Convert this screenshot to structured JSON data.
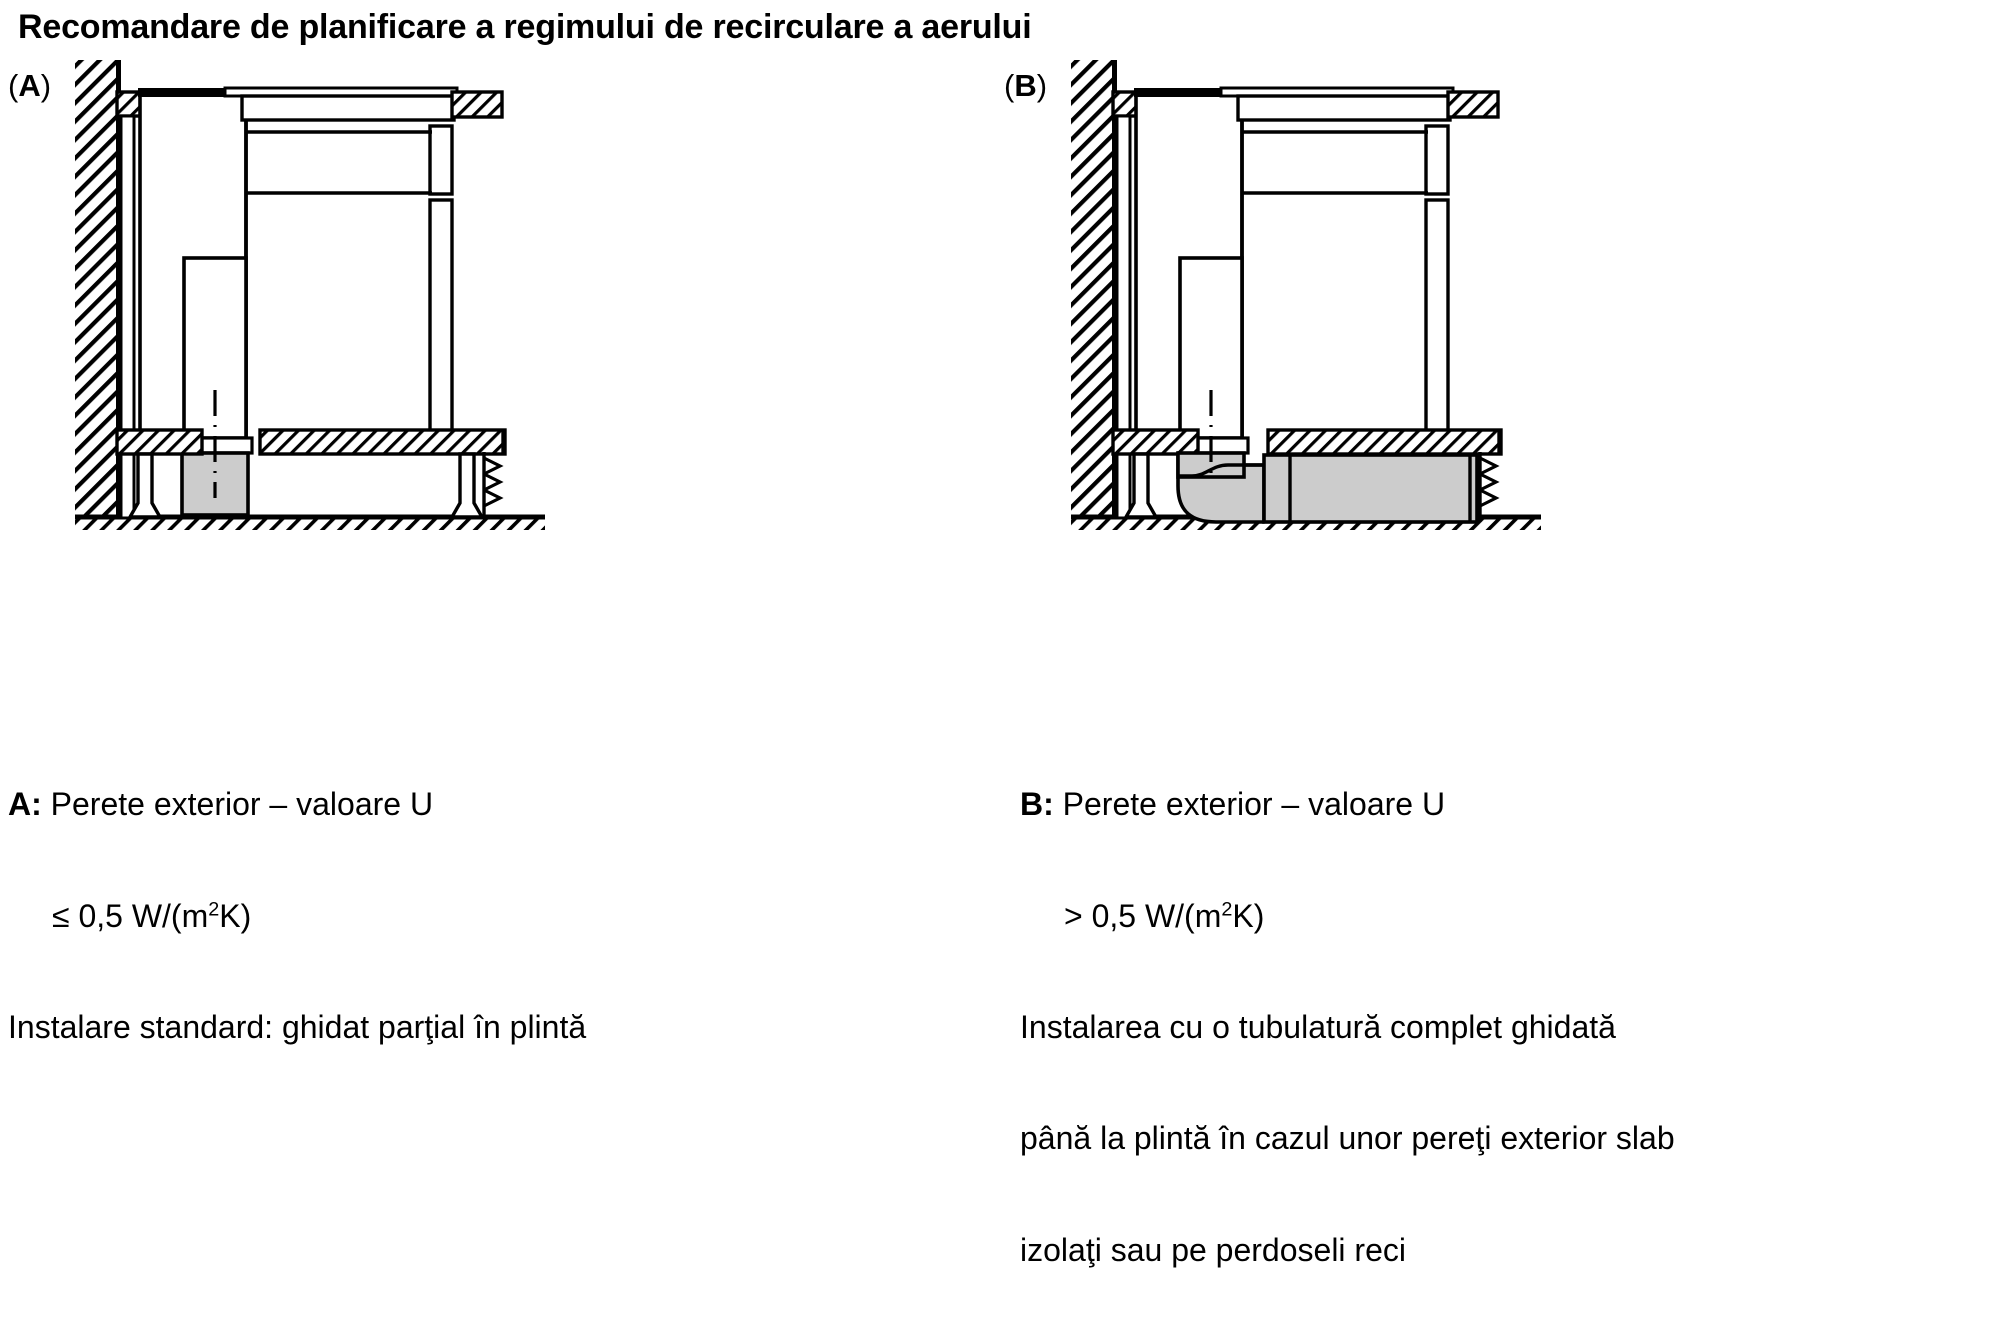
{
  "document": {
    "title": "Recomandare de planificare a regimului de recirculare a aerului",
    "language": "ro"
  },
  "panels": [
    {
      "id": "A",
      "label_open": "(",
      "label_letter": "A",
      "label_close": ")",
      "caption": {
        "letter": "A:",
        "line1": "Perete exterior – valoare U",
        "line2_prefix": "≤ 0,5 W/(m",
        "line2_sup": "2",
        "line2_suffix": "K)",
        "line3": "Instalare standard: ghidat parţial în plintă"
      },
      "diagram": {
        "wall": "hatched-exterior-wall",
        "duct_route": "partially-guided-in-plinth",
        "duct_fill": "#cccccc",
        "vent": "sawtooth-grille-right"
      }
    },
    {
      "id": "B",
      "label_open": "(",
      "label_letter": "B",
      "label_close": ")",
      "caption": {
        "letter": "B:",
        "line1": "Perete exterior – valoare U",
        "line2_prefix": "> 0,5 W/(m",
        "line2_sup": "2",
        "line2_suffix": "K)",
        "line3": "Instalarea cu o tubulatură complet ghidată",
        "line4": "până la plintă în cazul unor pereţi exterior slab",
        "line5": "izolaţi sau pe perdoseli reci"
      },
      "diagram": {
        "wall": "hatched-exterior-wall",
        "duct_route": "fully-guided-elbow-to-plinth",
        "duct_fill": "#cccccc",
        "vent": "sawtooth-grille-right"
      }
    }
  ],
  "colors": {
    "line": "#000000",
    "duct_gray": "#cccccc",
    "background": "#ffffff"
  }
}
